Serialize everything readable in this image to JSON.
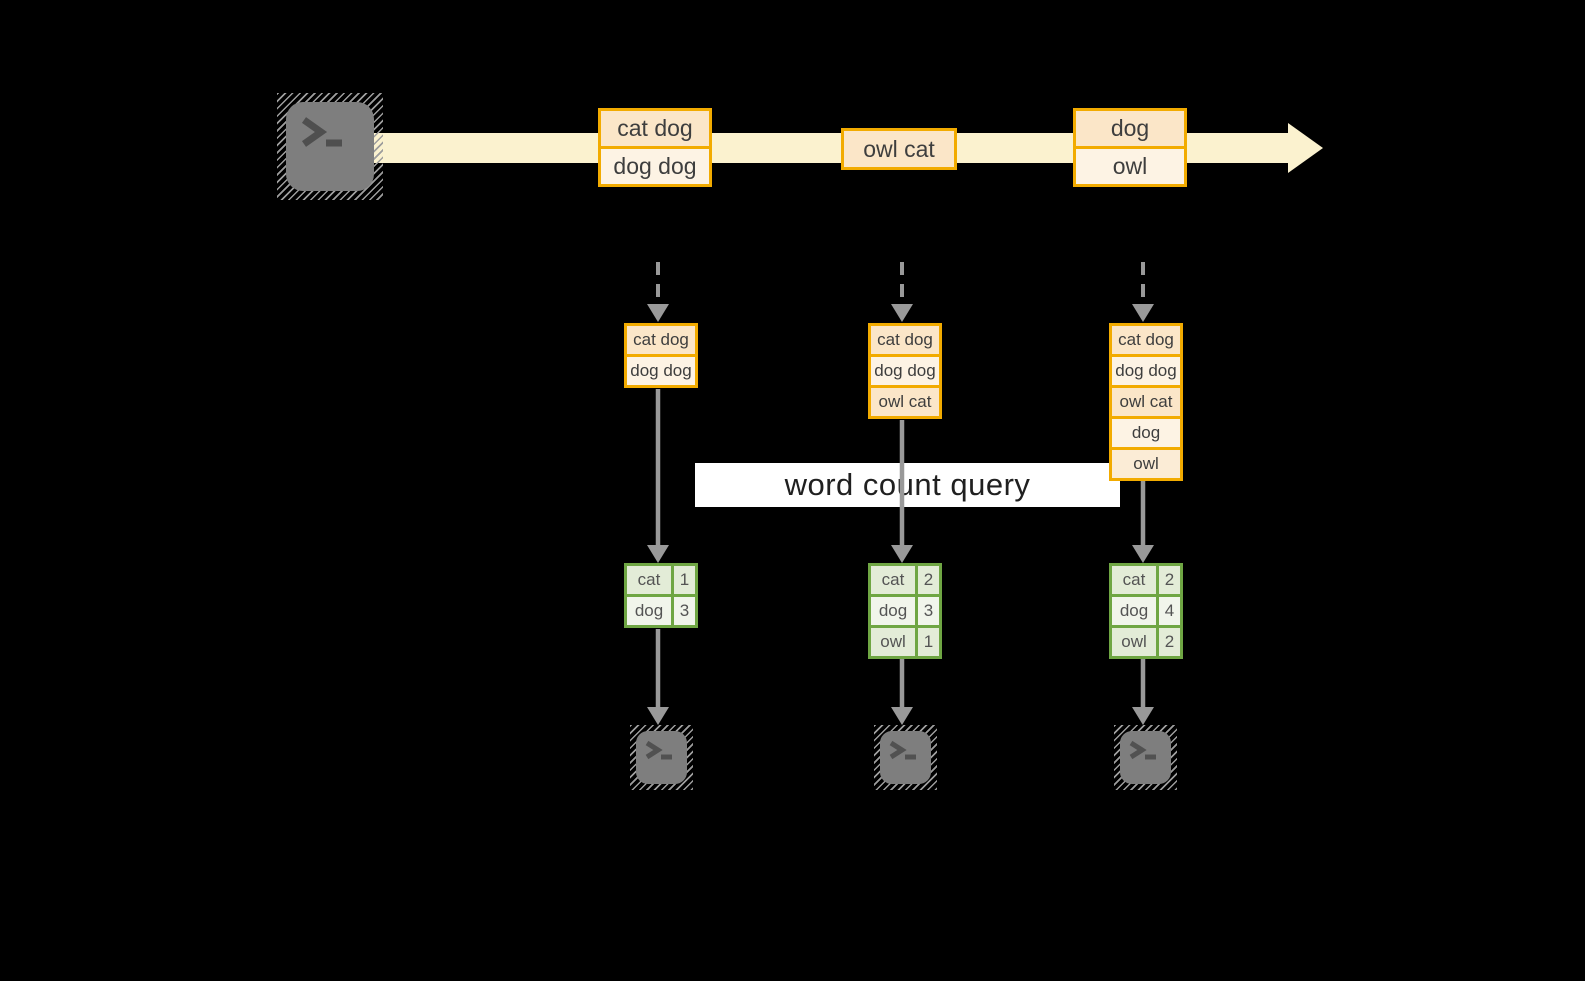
{
  "diagram": {
    "query_label": "word count query",
    "source": {
      "icon": "terminal-icon"
    },
    "sinks": [
      {
        "icon": "terminal-icon"
      },
      {
        "icon": "terminal-icon"
      },
      {
        "icon": "terminal-icon"
      }
    ],
    "colors": {
      "background": "#000000",
      "stream_band": "#fbf2cf",
      "orange_border": "#f2ab00",
      "peach_fill": "#fbe6c8",
      "cream_fill": "#fdf3e4",
      "green_border": "#6fa643",
      "green_fill_dark": "#e3ecd7",
      "green_fill_light": "#f1f5eb",
      "arrow_gray": "#999999",
      "terminal_gray": "#7e7e7e",
      "query_band": "#ffffff"
    },
    "stream_messages": [
      {
        "rows": [
          "cat dog",
          "dog dog"
        ]
      },
      {
        "rows": [
          "owl cat"
        ]
      },
      {
        "rows": [
          "dog",
          "owl"
        ]
      }
    ],
    "columns": [
      {
        "buffer_rows": [
          "cat dog",
          "dog dog"
        ],
        "counts": [
          {
            "word": "cat",
            "count": "1"
          },
          {
            "word": "dog",
            "count": "3"
          }
        ]
      },
      {
        "buffer_rows": [
          "cat dog",
          "dog dog",
          "owl cat"
        ],
        "counts": [
          {
            "word": "cat",
            "count": "2"
          },
          {
            "word": "dog",
            "count": "3"
          },
          {
            "word": "owl",
            "count": "1"
          }
        ]
      },
      {
        "buffer_rows": [
          "cat dog",
          "dog dog",
          "owl cat",
          "dog",
          "owl"
        ],
        "counts": [
          {
            "word": "cat",
            "count": "2"
          },
          {
            "word": "dog",
            "count": "4"
          },
          {
            "word": "owl",
            "count": "2"
          }
        ]
      }
    ]
  }
}
